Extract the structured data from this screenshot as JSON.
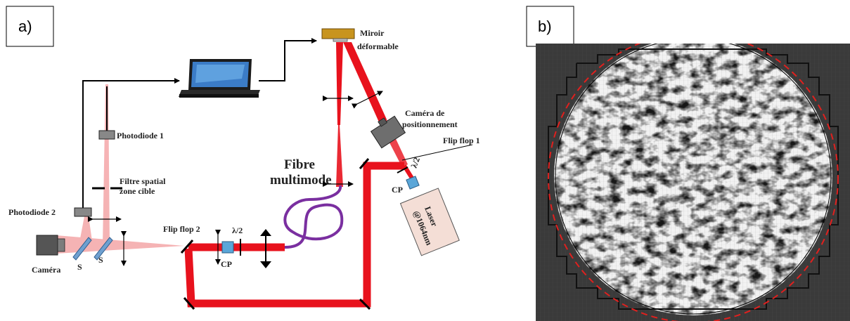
{
  "panel_a": {
    "letter": "a)",
    "labels": {
      "miroir": [
        "Miroir",
        "déformable"
      ],
      "camera_pos": [
        "Caméra de",
        "positionnement"
      ],
      "flip_flop_1": "Flip flop 1",
      "flip_flop_2": "Flip flop 2",
      "photodiode_1": "Photodiode 1",
      "photodiode_2": "Photodiode 2",
      "filtre": [
        "Filtre spatial",
        "zone cible"
      ],
      "fibre": [
        "Fibre",
        "multimode"
      ],
      "laser": [
        "Laser",
        "@1064nm"
      ],
      "camera": "Caméra",
      "s1": "S",
      "s2": "S",
      "cp1": "CP",
      "cp2": "CP",
      "lambda1": "λ/2",
      "lambda2": "λ/2"
    }
  },
  "panel_b": {
    "letter": "b)"
  },
  "colors": {
    "beam_red": "#e8121d",
    "beam_pink": "#f4a6a8",
    "fibre_purple": "#7a2fa0",
    "splitter_blue": "#6fa0d0",
    "cp_blue": "#5aa6d8",
    "laser_fill": "#f4ded6",
    "mirror_gold": "#c8941e",
    "dashed_circle": "#e0201e"
  }
}
